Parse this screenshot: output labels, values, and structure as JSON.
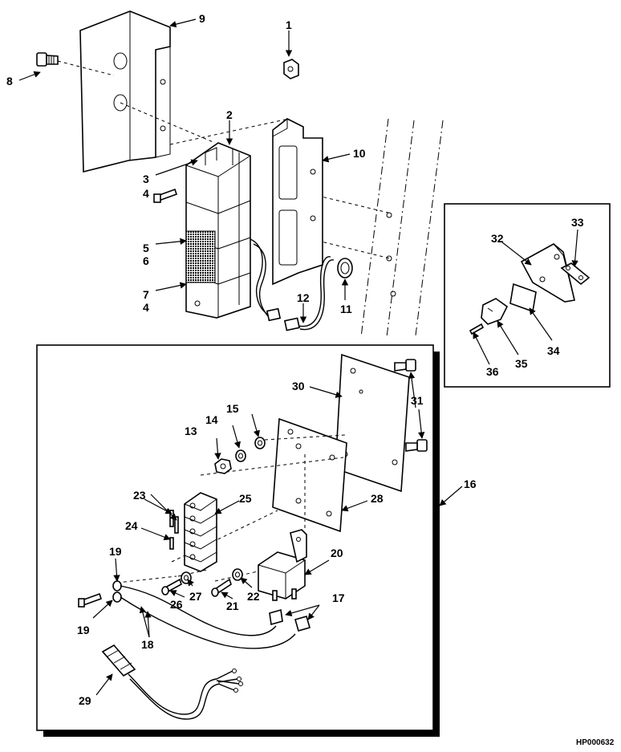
{
  "figure_id": "HP000632",
  "callouts": [
    "1",
    "2",
    "3",
    "4",
    "5",
    "6",
    "7",
    "4",
    "8",
    "9",
    "10",
    "11",
    "12",
    "13",
    "14",
    "15",
    "16",
    "17",
    "18",
    "19",
    "19",
    "20",
    "21",
    "22",
    "23",
    "24",
    "25",
    "26",
    "27",
    "28",
    "29",
    "30",
    "31",
    "32",
    "33",
    "34",
    "35",
    "36"
  ]
}
